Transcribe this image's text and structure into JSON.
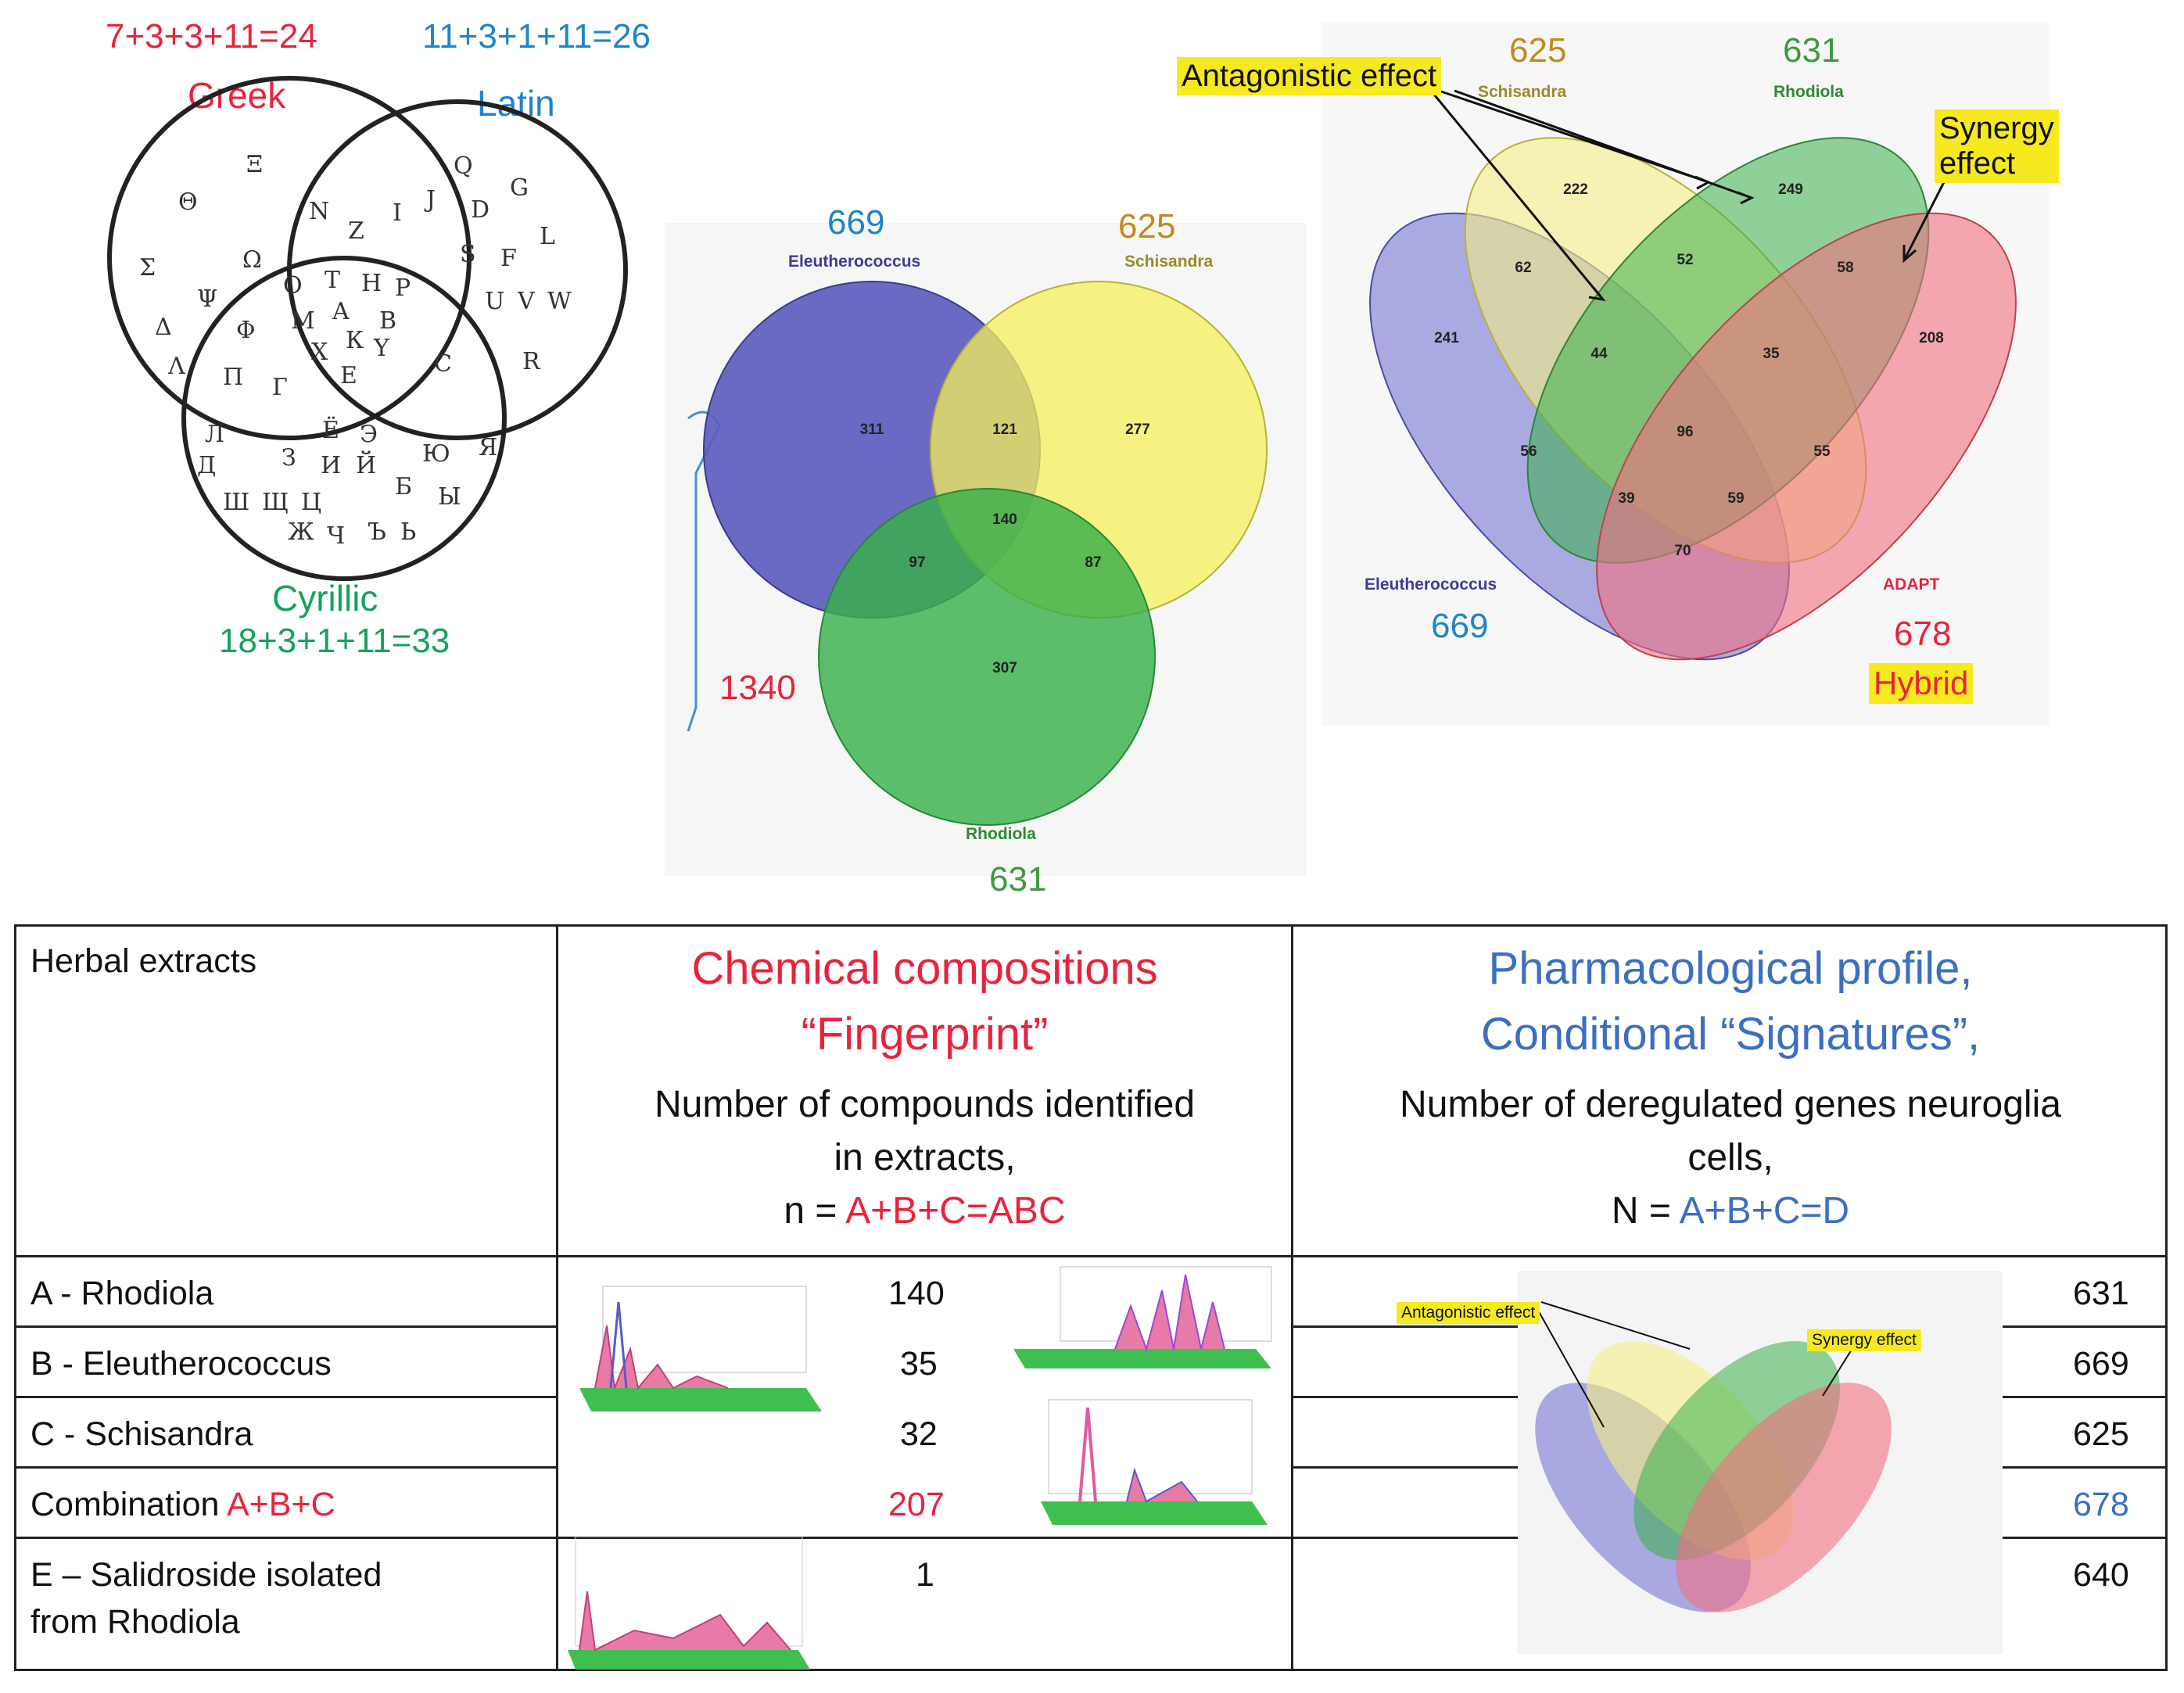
{
  "alphabet_venn": {
    "greek_sum": "7+3+3+11=24",
    "latin_sum": "11+3+1+11=26",
    "cyrillic_sum": "18+3+1+11=33",
    "greek_label": "Greek",
    "latin_label": "Latin",
    "cyrillic_label": "Cyrillic"
  },
  "venn3": {
    "eleuthero_count": "669",
    "eleuthero_label": "Eleutherococcus",
    "schisandra_count": "625",
    "schisandra_label": "Schisandra",
    "rhodiola_label": "Rhodiola",
    "rhodiola_count": "631",
    "total": "1340",
    "regions": {
      "e_only": "311",
      "e_s": "121",
      "s_only": "277",
      "all": "140",
      "e_r": "97",
      "s_r": "87",
      "r_only": "307"
    },
    "colors": {
      "eleuthero": "#5b5bbf",
      "schisandra": "#f5f05a",
      "rhodiola": "#39b04a"
    }
  },
  "venn4": {
    "antagonistic_label": "Antagonistic effect",
    "synergy_label": "Synergy effect",
    "schisandra_count": "625",
    "schisandra_label": "Schisandra",
    "rhodiola_count": "631",
    "rhodiola_label": "Rhodiola",
    "eleuthero_label": "Eleutherococcus",
    "eleuthero_count": "669",
    "adapt_label": "ADAPT",
    "adapt_count": "678",
    "hybrid_label": "Hybrid",
    "regions": {
      "s_only": "222",
      "r_only": "249",
      "e_only": "241",
      "a_only": "208",
      "e_s": "62",
      "s_r": "52",
      "r_a": "58",
      "e_s_r": "44",
      "s_r_a": "35",
      "e_a": "56",
      "all": "96",
      "e_r_a": "55",
      "e_s_a": "39",
      "s_r_a2": "59",
      "e_a_only": "70"
    },
    "colors": {
      "eleuthero": "#6b6bd1",
      "schisandra": "#f3ee86",
      "rhodiola": "#3aae4a",
      "adapt": "#f07080"
    }
  },
  "table": {
    "col1_header": "Herbal extracts",
    "col2_header_line1": "Chemical compositions",
    "col2_header_line2": "“Fingerprint”",
    "col2_sub_line1": "Number of compounds identified",
    "col2_sub_line2": "in extracts,",
    "col2_formula_prefix": "n = ",
    "col2_formula_red": "A+B+C=ABC",
    "col3_header_line1": "Pharmacological profile,",
    "col3_header_line2": "Conditional “Signatures”,",
    "col3_sub_line1": "Number of deregulated genes neuroglia",
    "col3_sub_line2": "cells,",
    "col3_formula_prefix": "N = ",
    "col3_formula_blue": "A+B+C=D",
    "rows": [
      {
        "name": "A - Rhodiola",
        "compounds": "140",
        "genes": "631"
      },
      {
        "name": "B - Eleutherococcus",
        "compounds": "35",
        "genes": "669"
      },
      {
        "name": "C - Schisandra",
        "compounds": "32",
        "genes": "625"
      },
      {
        "name_prefix": "Combination ",
        "name_red": "A+B+C",
        "compounds": "207",
        "genes": "678"
      },
      {
        "name_line1": "E – Salidroside isolated",
        "name_line2": "from Rhodiola",
        "compounds": "1",
        "genes": "640"
      }
    ],
    "mini_venn": {
      "antagonistic_label": "Antagonistic effect",
      "synergy_label": "Synergy effect"
    }
  }
}
